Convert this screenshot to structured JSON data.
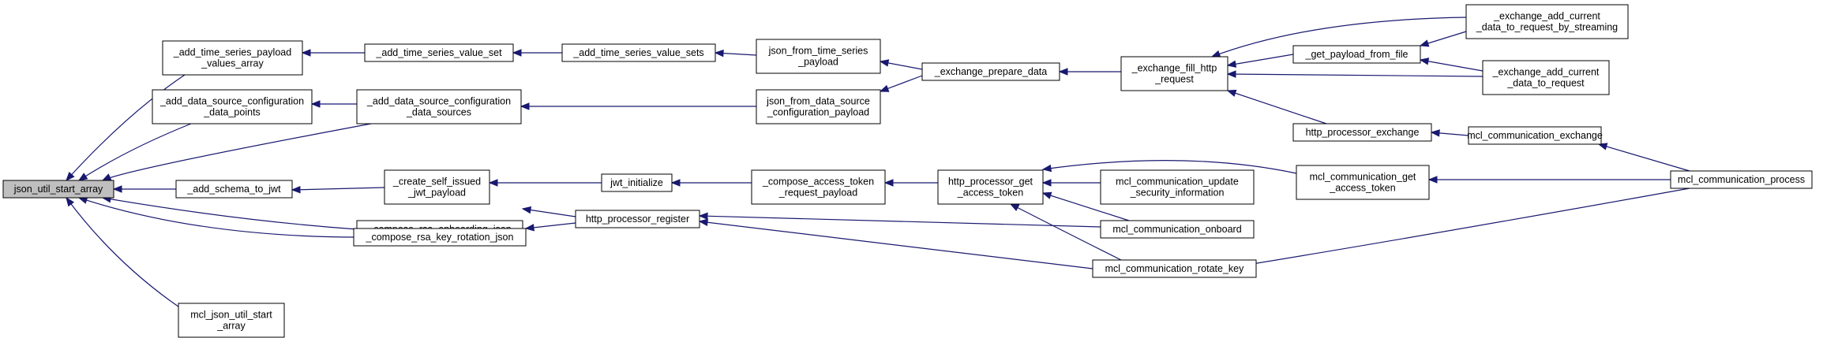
{
  "diagram": {
    "type": "call-graph",
    "colors": {
      "edge": "#191970",
      "node_border": "#000000",
      "node_fill": "#ffffff",
      "root_fill": "#bfbfbf"
    },
    "nodes": [
      {
        "id": "root",
        "lines": [
          "json_util_start_array"
        ],
        "root": true
      },
      {
        "id": "add_ts_payload",
        "lines": [
          "_add_time_series_payload",
          "_values_array"
        ]
      },
      {
        "id": "add_ds_points",
        "lines": [
          "_add_data_source_configuration",
          "_data_points"
        ]
      },
      {
        "id": "add_schema",
        "lines": [
          "_add_schema_to_jwt"
        ]
      },
      {
        "id": "rsa_onboard",
        "lines": [
          "_compose_rsa_onboarding_json"
        ]
      },
      {
        "id": "rsa_rotation",
        "lines": [
          "_compose_rsa_key_rotation_json"
        ]
      },
      {
        "id": "mcl_json",
        "lines": [
          "mcl_json_util_start",
          "_array"
        ]
      },
      {
        "id": "add_ts_value_set",
        "lines": [
          "_add_time_series_value_set"
        ]
      },
      {
        "id": "add_ds_sources",
        "lines": [
          "_add_data_source_configuration",
          "_data_sources"
        ]
      },
      {
        "id": "create_jwt",
        "lines": [
          "_create_self_issued",
          "_jwt_payload"
        ]
      },
      {
        "id": "http_register",
        "lines": [
          "http_processor_register"
        ]
      },
      {
        "id": "add_ts_value_sets",
        "lines": [
          "_add_time_series_value_sets"
        ]
      },
      {
        "id": "jwt_init",
        "lines": [
          "jwt_initialize"
        ]
      },
      {
        "id": "json_from_ts",
        "lines": [
          "json_from_time_series",
          "_payload"
        ]
      },
      {
        "id": "json_from_ds",
        "lines": [
          "json_from_data_source",
          "_configuration_payload"
        ]
      },
      {
        "id": "compose_access",
        "lines": [
          "_compose_access_token",
          "_request_payload"
        ]
      },
      {
        "id": "exchange_prepare",
        "lines": [
          "_exchange_prepare_data"
        ]
      },
      {
        "id": "http_get_token",
        "lines": [
          "http_processor_get",
          "_access_token"
        ]
      },
      {
        "id": "exchange_fill",
        "lines": [
          "_exchange_fill_http",
          "_request"
        ]
      },
      {
        "id": "mcl_update_sec",
        "lines": [
          "mcl_communication_update",
          "_security_information"
        ]
      },
      {
        "id": "mcl_onboard",
        "lines": [
          "mcl_communication_onboard"
        ]
      },
      {
        "id": "mcl_rotate",
        "lines": [
          "mcl_communication_rotate_key"
        ]
      },
      {
        "id": "get_payload_file",
        "lines": [
          "_get_payload_from_file"
        ]
      },
      {
        "id": "http_exchange",
        "lines": [
          "http_processor_exchange"
        ]
      },
      {
        "id": "mcl_get_token",
        "lines": [
          "mcl_communication_get",
          "_access_token"
        ]
      },
      {
        "id": "ex_add_stream",
        "lines": [
          "_exchange_add_current",
          "_data_to_request_by_streaming"
        ]
      },
      {
        "id": "ex_add_current",
        "lines": [
          "_exchange_add_current",
          "_data_to_request"
        ]
      },
      {
        "id": "mcl_exchange",
        "lines": [
          "mcl_communication_exchange"
        ]
      },
      {
        "id": "mcl_process",
        "lines": [
          "mcl_communication_process"
        ]
      }
    ],
    "edges": [
      {
        "from": "add_ts_payload",
        "to": "root"
      },
      {
        "from": "add_ds_points",
        "to": "root"
      },
      {
        "from": "add_ds_sources",
        "to": "root"
      },
      {
        "from": "add_schema",
        "to": "root"
      },
      {
        "from": "rsa_onboard",
        "to": "root"
      },
      {
        "from": "rsa_rotation",
        "to": "root"
      },
      {
        "from": "mcl_json",
        "to": "root"
      },
      {
        "from": "add_ts_value_set",
        "to": "add_ts_payload"
      },
      {
        "from": "add_ds_sources",
        "to": "add_ds_points"
      },
      {
        "from": "create_jwt",
        "to": "add_schema"
      },
      {
        "from": "http_register",
        "to": "rsa_onboard"
      },
      {
        "from": "http_register",
        "to": "rsa_rotation"
      },
      {
        "from": "add_ts_value_sets",
        "to": "add_ts_value_set"
      },
      {
        "from": "json_from_ds",
        "to": "add_ds_sources"
      },
      {
        "from": "jwt_init",
        "to": "create_jwt"
      },
      {
        "from": "json_from_ts",
        "to": "add_ts_value_sets"
      },
      {
        "from": "compose_access",
        "to": "jwt_init"
      },
      {
        "from": "exchange_prepare",
        "to": "json_from_ts"
      },
      {
        "from": "exchange_prepare",
        "to": "json_from_ds"
      },
      {
        "from": "http_get_token",
        "to": "compose_access"
      },
      {
        "from": "exchange_fill",
        "to": "exchange_prepare"
      },
      {
        "from": "mcl_onboard",
        "to": "http_register"
      },
      {
        "from": "mcl_rotate",
        "to": "http_register"
      },
      {
        "from": "mcl_update_sec",
        "to": "http_get_token"
      },
      {
        "from": "mcl_onboard",
        "to": "http_get_token"
      },
      {
        "from": "mcl_rotate",
        "to": "http_get_token"
      },
      {
        "from": "mcl_get_token",
        "to": "http_get_token"
      },
      {
        "from": "get_payload_file",
        "to": "exchange_fill"
      },
      {
        "from": "ex_add_stream",
        "to": "exchange_fill"
      },
      {
        "from": "ex_add_current",
        "to": "exchange_fill"
      },
      {
        "from": "http_exchange",
        "to": "exchange_fill"
      },
      {
        "from": "ex_add_stream",
        "to": "get_payload_file"
      },
      {
        "from": "ex_add_current",
        "to": "get_payload_file"
      },
      {
        "from": "mcl_exchange",
        "to": "http_exchange"
      },
      {
        "from": "mcl_process",
        "to": "mcl_exchange"
      },
      {
        "from": "mcl_process",
        "to": "mcl_get_token"
      },
      {
        "from": "mcl_process",
        "to": "mcl_rotate"
      }
    ]
  }
}
